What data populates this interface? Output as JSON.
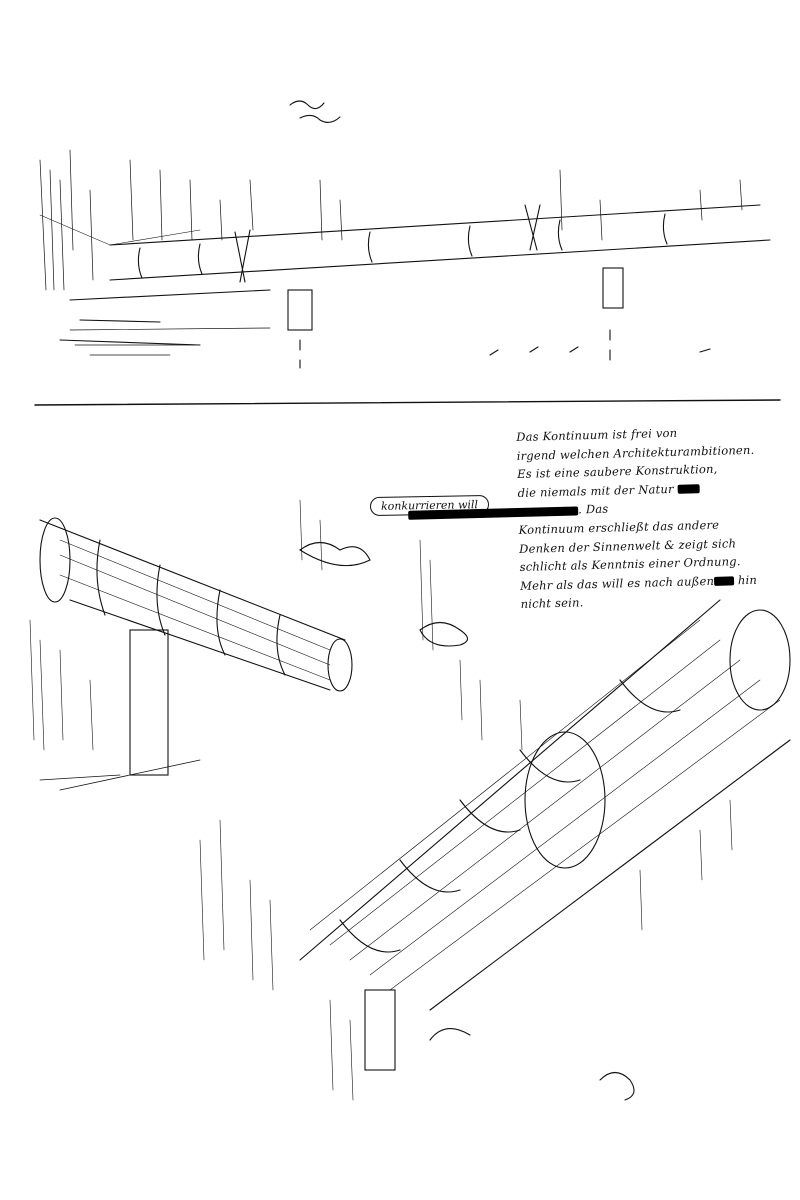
{
  "annotation": {
    "lines": [
      "Das Kontinuum ist frei von",
      "irgend welchen Architekturambitionen.",
      "Es ist eine saubere Konstruktion,",
      "die niemals mit der Natur",
      ". Das",
      "Kontinuum erschließt das andere",
      "Denken der Sinnenwelt & zeigt sich",
      "schlicht als Kenntnis einer Ordnung.",
      "Mehr als das will es nach außen",
      "hin",
      "nicht sein."
    ],
    "bubble_text": "konkurrieren will"
  },
  "colors": {
    "ink": "#111111",
    "paper": "#ffffff"
  }
}
